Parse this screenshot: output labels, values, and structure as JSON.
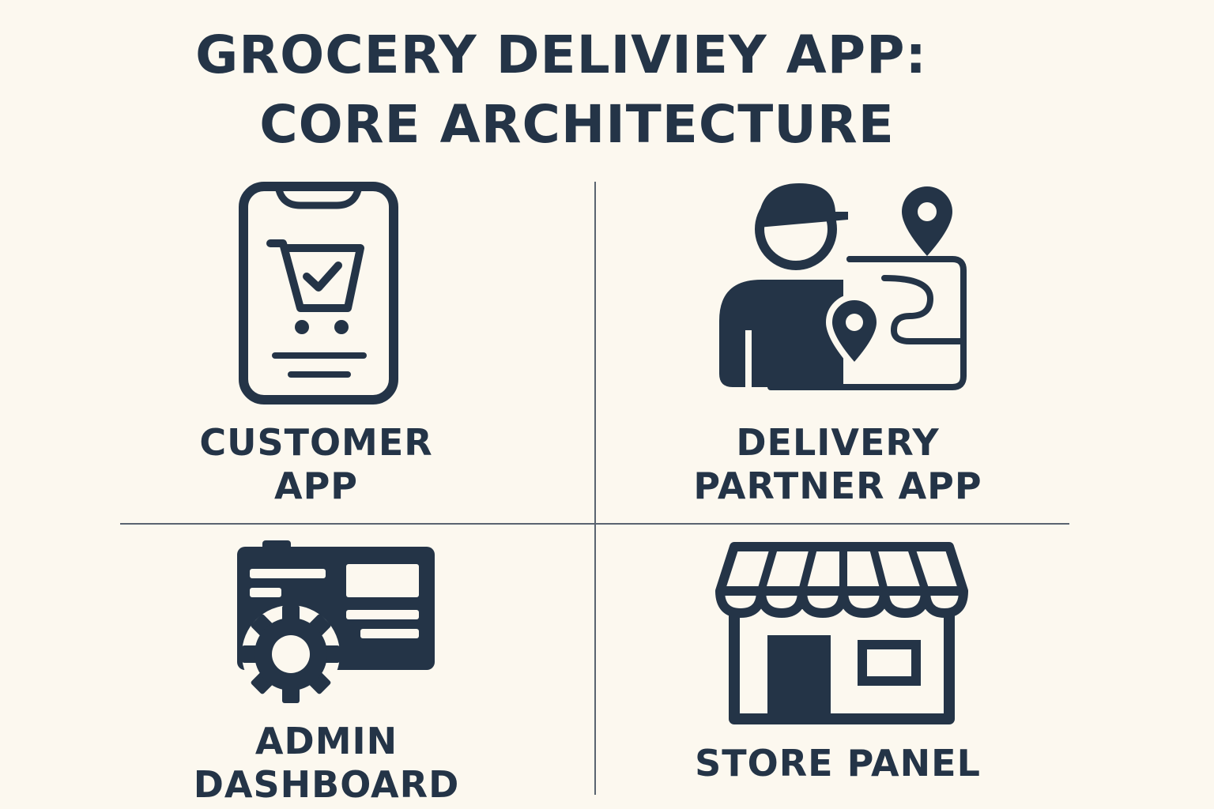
{
  "title": {
    "line1": "GROCERY DELIVIEY APP:",
    "line2": "CORE ARCHITECTURE"
  },
  "colors": {
    "background": "#fcf8ef",
    "ink": "#243447",
    "divider": "#5a6470"
  },
  "quadrants": [
    {
      "icon": "smartphone-cart-icon",
      "label_lines": [
        "CUSTOMER",
        "APP"
      ]
    },
    {
      "icon": "delivery-person-route-icon",
      "label_lines": [
        "DELIVERY",
        "PARTNER APP"
      ]
    },
    {
      "icon": "dashboard-gear-icon",
      "label_lines": [
        "ADMIN",
        "DASHBOARD"
      ]
    },
    {
      "icon": "storefront-icon",
      "label_lines": [
        "STORE PANEL"
      ]
    }
  ]
}
